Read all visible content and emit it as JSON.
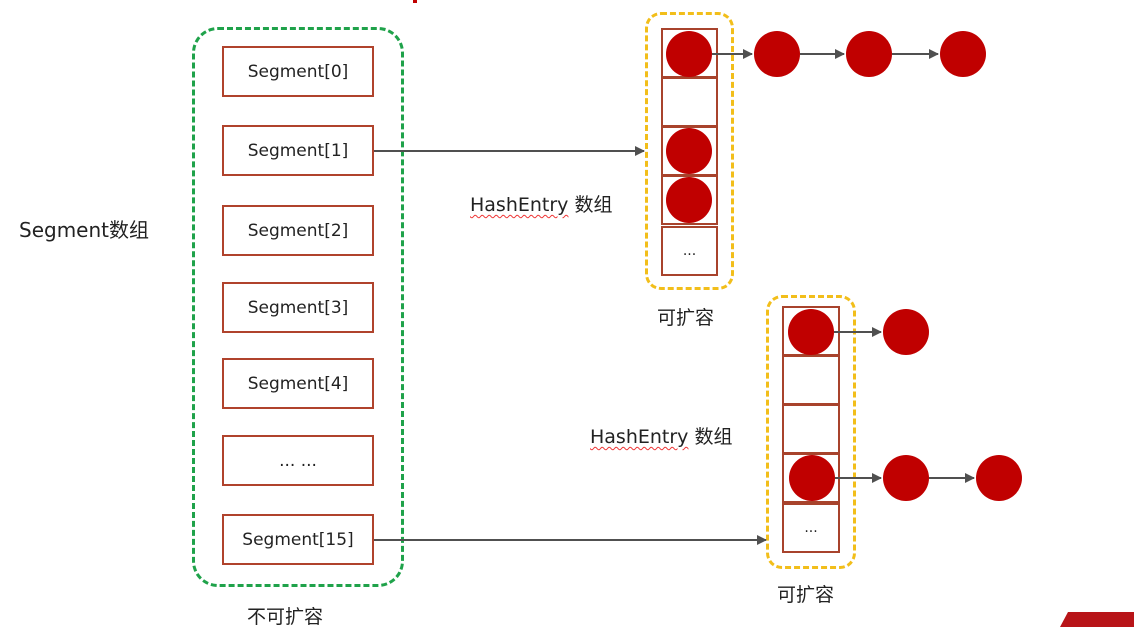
{
  "segment_array_label": "Segment数组",
  "segments": [
    {
      "label": "Segment[0]"
    },
    {
      "label": "Segment[1]"
    },
    {
      "label": "Segment[2]"
    },
    {
      "label": "Segment[3]"
    },
    {
      "label": "Segment[4]"
    },
    {
      "label": "... ..."
    },
    {
      "label": "Segment[15]"
    }
  ],
  "segment_group_caption": "不可扩容",
  "table_top": {
    "title_word": "HashEntry",
    "title_rest": " 数组",
    "caption": "可扩容",
    "ellipsis": "..."
  },
  "table_bottom": {
    "title_word": "HashEntry",
    "title_rest": " 数组",
    "caption": "可扩容",
    "ellipsis": "..."
  },
  "colors": {
    "segment_border": "#b0432c",
    "green_dash": "#1fa24a",
    "yellow_dash": "#f2be1a",
    "node": "#c00000",
    "arrow": "#505050"
  }
}
